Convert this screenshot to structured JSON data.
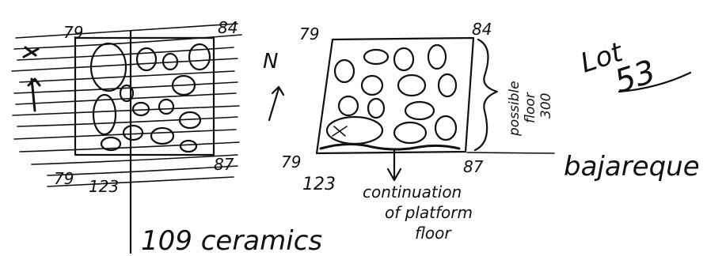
{
  "left_sketch": {
    "corner_top_left": "79",
    "corner_top_right": "84",
    "corner_bottom_left": "79",
    "corner_bottom_left_sub": "123",
    "corner_bottom_right": "87",
    "caption": "109 ceramics"
  },
  "north_arrow": {
    "label": "N"
  },
  "right_sketch": {
    "corner_top_left": "79",
    "corner_top_right": "84",
    "corner_bottom_left": "79",
    "corner_bottom_left_sub": "123",
    "corner_bottom_right": "87",
    "annotation_floor": [
      "possible",
      "floor",
      "300"
    ],
    "annotation_platform": [
      "continuation",
      "of platform",
      "floor"
    ],
    "lot_label": [
      "Lot",
      "53"
    ],
    "bajareque_label": "bajareque"
  }
}
